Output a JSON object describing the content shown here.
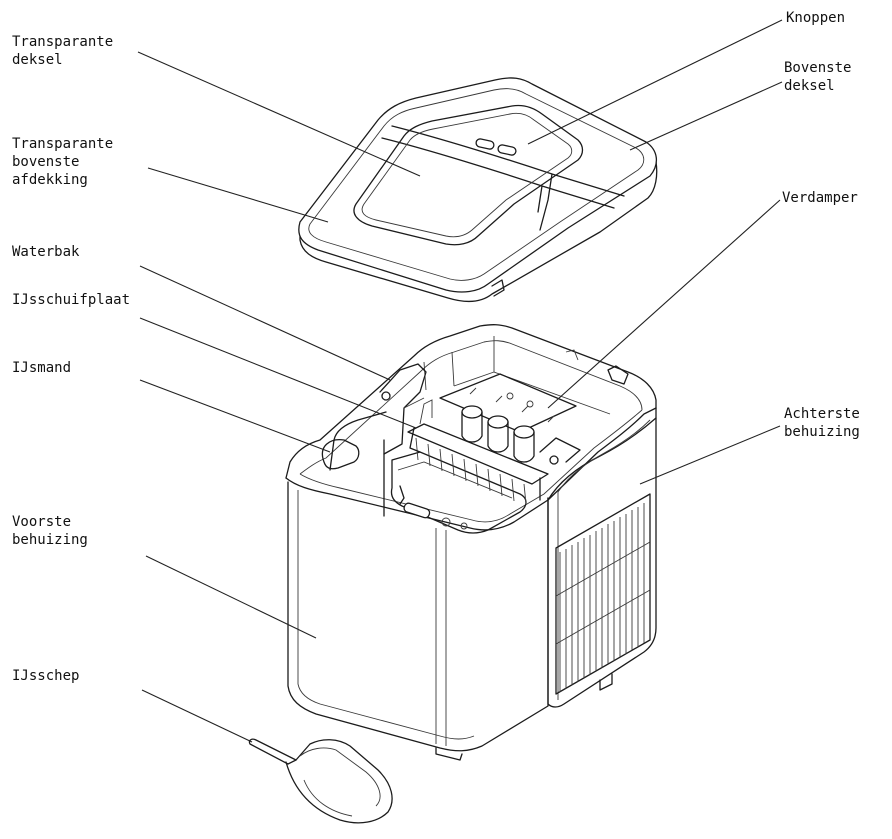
{
  "labels": {
    "transparent_lid": [
      "Transparante",
      "deksel"
    ],
    "buttons": [
      "Knoppen"
    ],
    "top_cover": [
      "Bovenste",
      "deksel"
    ],
    "transparent_top_cover": [
      "Transparante",
      "bovenste",
      "afdekking"
    ],
    "evaporator": [
      "Verdamper"
    ],
    "water_tank": [
      "Waterbak"
    ],
    "ice_pusher_plate": [
      "IJsschuifplaat"
    ],
    "ice_basket": [
      "IJsmand"
    ],
    "rear_housing": [
      "Achterste",
      "behuizing"
    ],
    "front_housing": [
      "Voorste",
      "behuizing"
    ],
    "ice_scoop": [
      "IJsschep"
    ]
  },
  "colors": {
    "line": "#1c1c1c",
    "background": "#ffffff"
  }
}
